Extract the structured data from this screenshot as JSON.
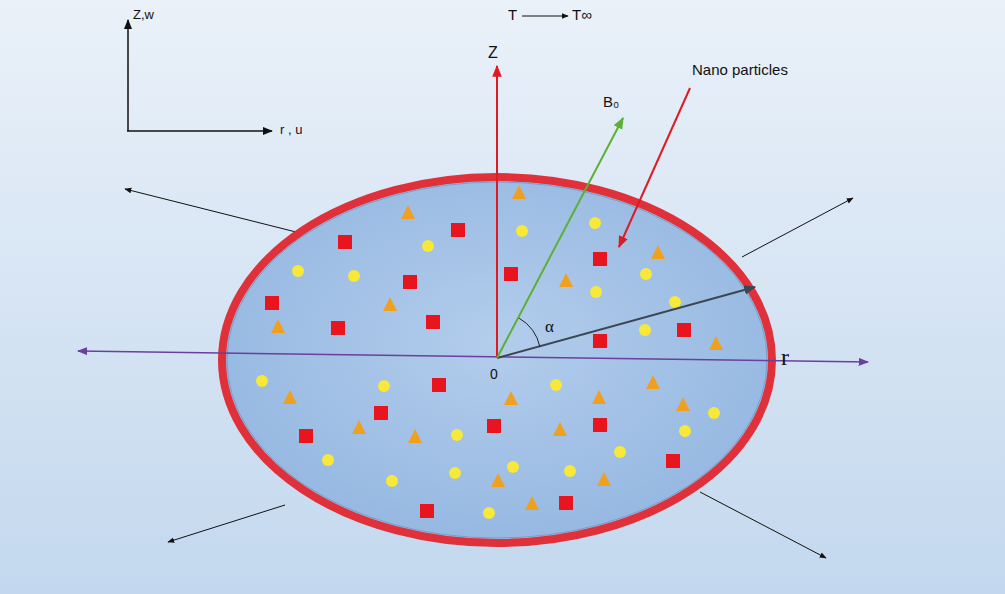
{
  "diagram": {
    "labels": [
      "Z,w",
      "r , u",
      "Z",
      "T",
      "T∞",
      "B₀",
      "Nano particles",
      "α",
      "0",
      "r"
    ]
  }
}
